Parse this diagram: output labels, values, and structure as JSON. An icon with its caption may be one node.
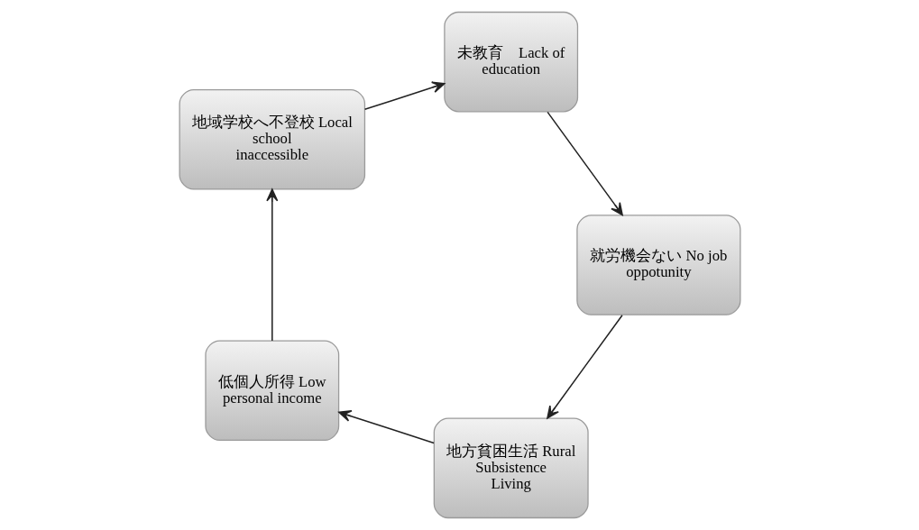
{
  "diagram": {
    "nodes": [
      {
        "text": [
          "地方貧困生活 Rural Subsistence Living"
        ]
      },
      {
        "text": [
          "低個人所得 Low personal income"
        ]
      },
      {
        "text": [
          "地域学校へ不登校 Local school inaccessible"
        ]
      },
      {
        "text": [
          "未教育　Lack of education"
        ]
      },
      {
        "text": [
          "就労機会ない No job oppotunity"
        ]
      }
    ],
    "edges": [
      {
        "from": 0,
        "to": 1,
        "arrow": "to"
      },
      {
        "from": 1,
        "to": 2,
        "arrow": "to"
      },
      {
        "from": 2,
        "to": 3,
        "arrow": "to"
      },
      {
        "from": 3,
        "to": 4,
        "arrow": "to"
      },
      {
        "from": 4,
        "to": 0,
        "arrow": "to"
      }
    ]
  }
}
